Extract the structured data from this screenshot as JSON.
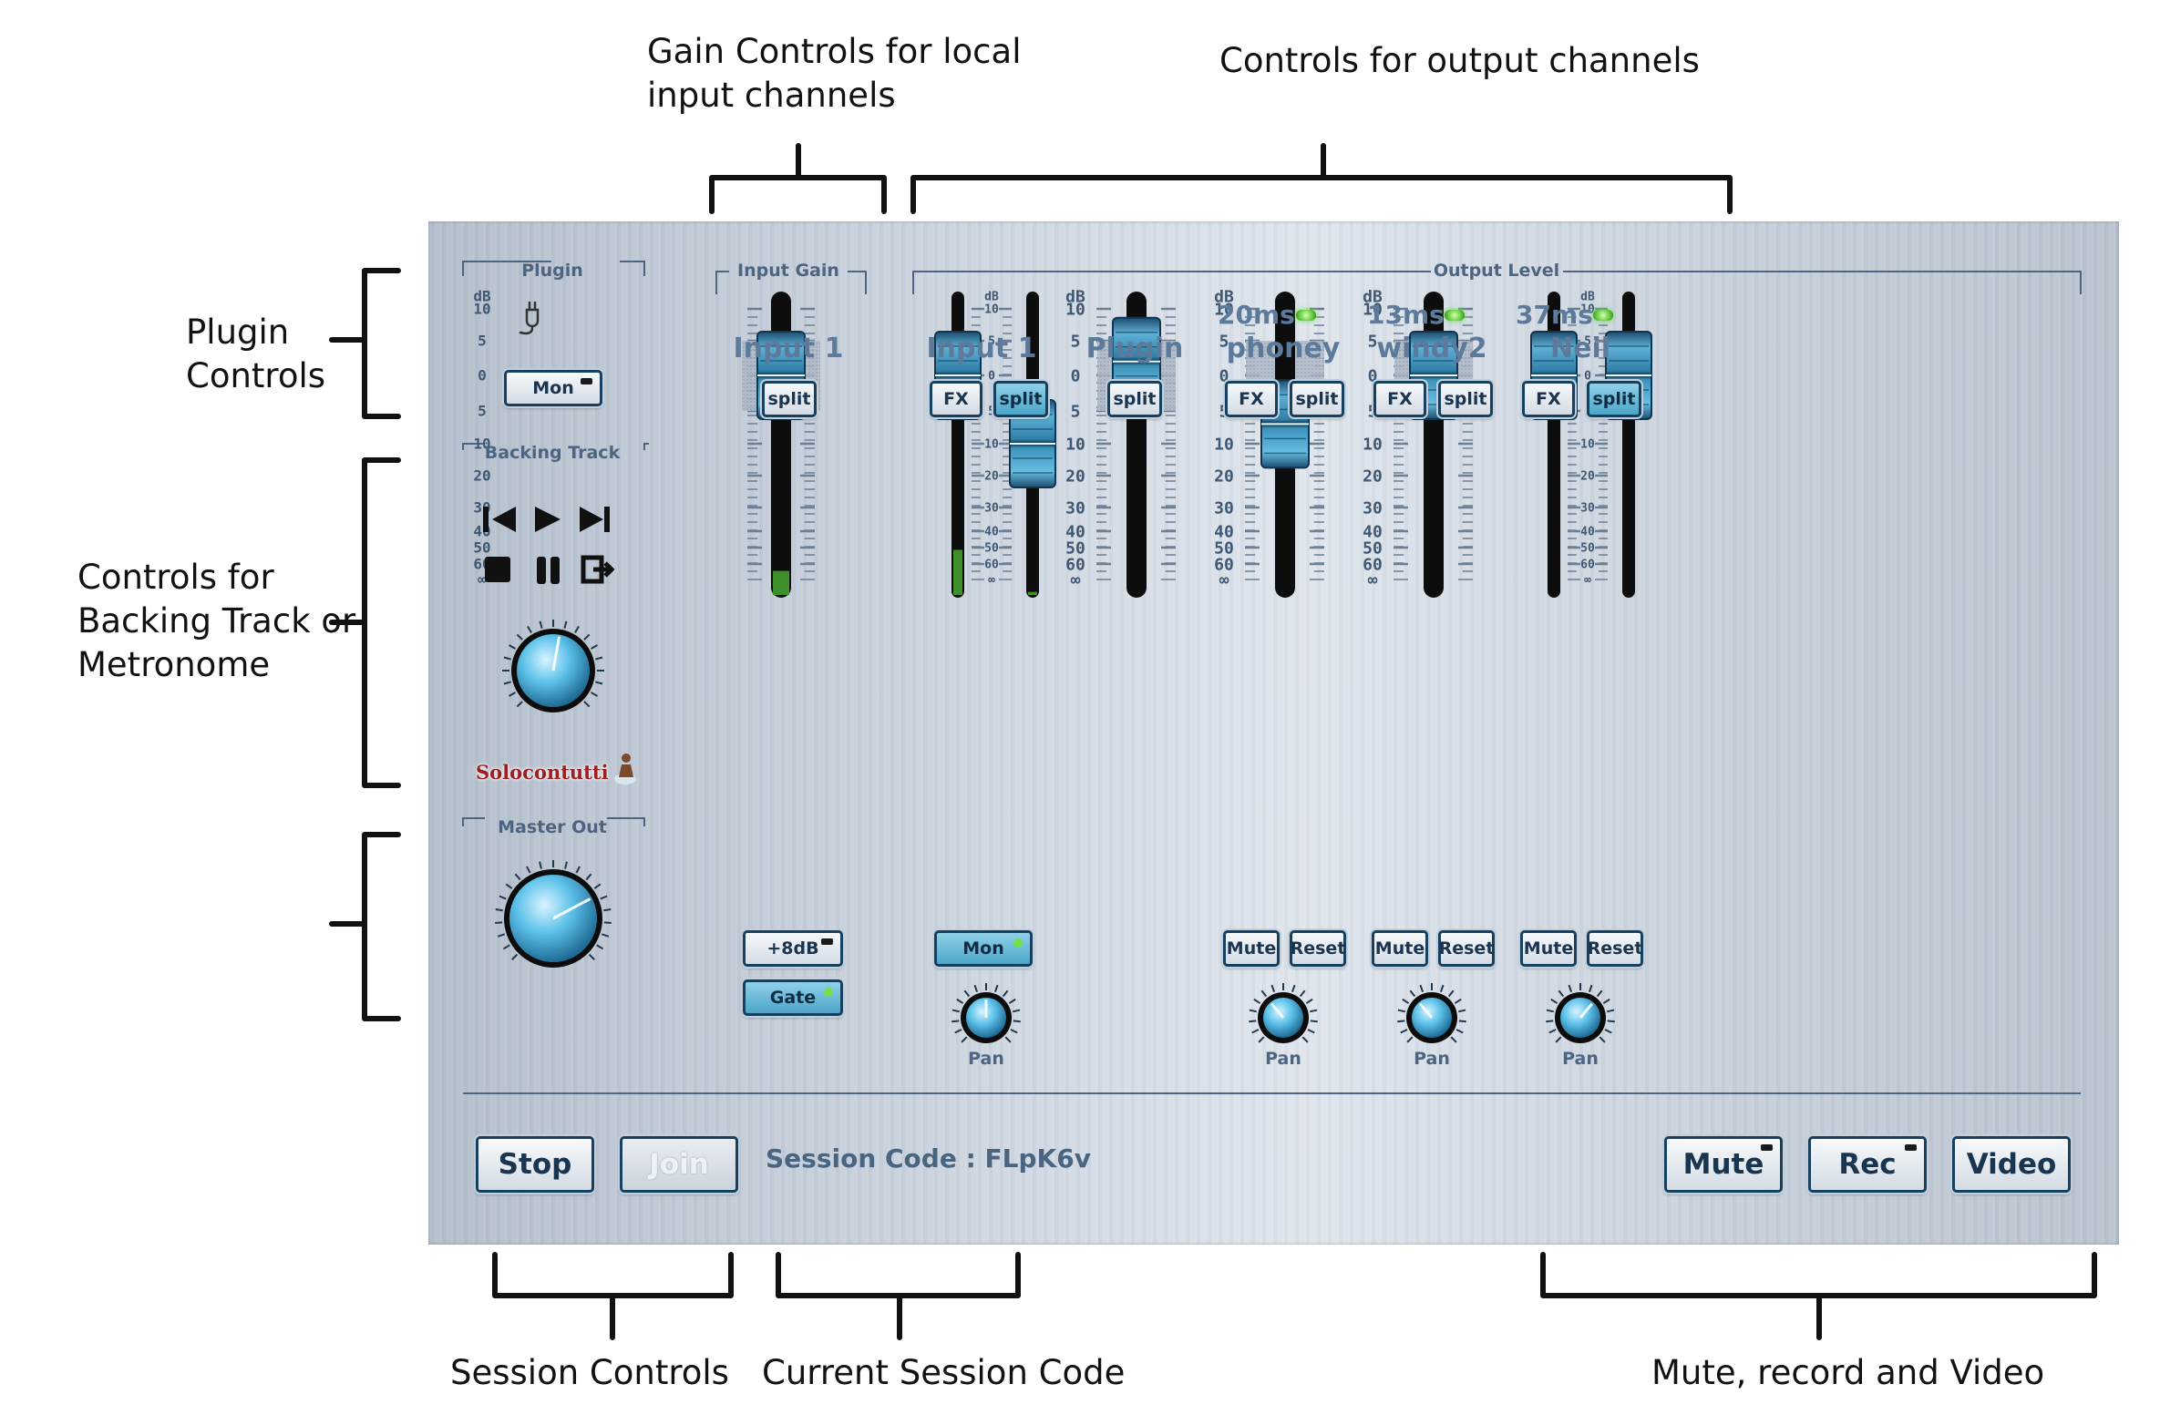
{
  "annotations": {
    "gain_controls_line1": "Gain Controls for local",
    "gain_controls_line2": "input channels",
    "output_controls": "Controls for output channels",
    "plugin_line1": "Plugin",
    "plugin_line2": "Controls",
    "backing_line1": "Controls for",
    "backing_line2": "Backing Track or",
    "backing_line3": "Metronome",
    "session_controls": "Session Controls",
    "session_code": "Current Session Code",
    "mute_record_video": "Mute, record and Video"
  },
  "mixer": {
    "plugin_section": {
      "label": "Plugin",
      "icon": "plug-icon",
      "mon_label": "Mon"
    },
    "backing_section": {
      "label": "Backing Track",
      "icons": [
        "skip-back-icon",
        "play-icon",
        "skip-forward-icon",
        "stop-icon",
        "pause-icon",
        "export-icon"
      ],
      "logo_text": "Solocontutti"
    },
    "master_section": {
      "label": "Master Out"
    },
    "input_gain_section": {
      "label": "Input Gain"
    },
    "output_section": {
      "label": "Output Level"
    },
    "scale_labels": [
      "dB",
      "10",
      "5",
      "0",
      "5",
      "10",
      "20",
      "30",
      "40",
      "50",
      "60",
      "∞"
    ],
    "channels": {
      "gain_input1": {
        "name": "Input 1",
        "split": "split",
        "boost": "+8dB",
        "gate": "Gate",
        "fader_level_db": 0,
        "meter_fraction": 0.08
      },
      "out_input1": {
        "name": "Input 1",
        "fx": "FX",
        "split": "split",
        "mon": "Mon",
        "pan": "Pan",
        "fader_level_db": 0,
        "fader2_level_db": -10,
        "meter_fraction": 0.15
      },
      "out_plugin": {
        "name": "Plugin",
        "split": "split",
        "fader_level_db": 2
      },
      "phoney": {
        "ping": "20ms",
        "name": "phoney",
        "fx": "FX",
        "split": "split",
        "mute": "Mute",
        "reset": "Reset",
        "pan": "Pan",
        "fader_level_db": -7
      },
      "windy2": {
        "ping": "13ms",
        "name": "windy2",
        "fx": "FX",
        "split": "split",
        "mute": "Mute",
        "reset": "Reset",
        "pan": "Pan",
        "fader_level_db": 0
      },
      "neil": {
        "ping": "37ms",
        "name": "Neil",
        "fx": "FX",
        "split": "split",
        "mute": "Mute",
        "reset": "Reset",
        "pan": "Pan",
        "fader_level_db": 0,
        "fader2_level_db": 0
      }
    },
    "bottom_bar": {
      "stop": "Stop",
      "join": "Join",
      "session_code": "Session Code : FLpK6v",
      "mute": "Mute",
      "rec": "Rec",
      "video": "Video"
    }
  }
}
